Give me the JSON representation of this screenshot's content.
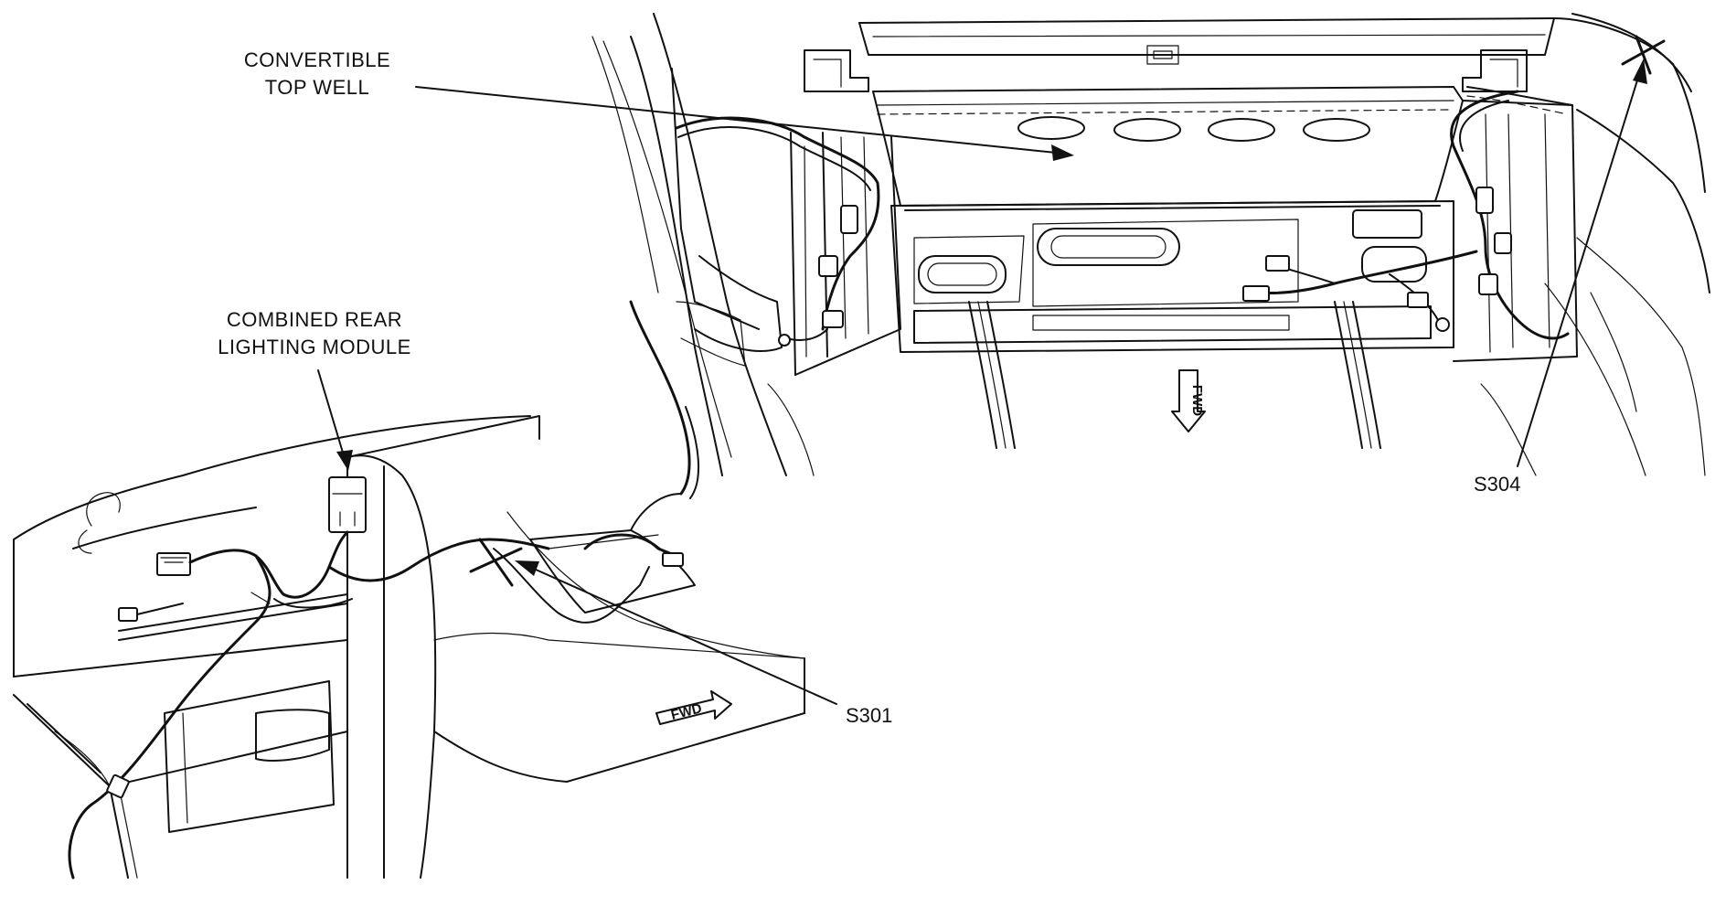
{
  "labels": {
    "convertible_top_well_line1": "CONVERTIBLE",
    "convertible_top_well_line2": "TOP WELL",
    "combined_rear_lighting_line1": "COMBINED REAR",
    "combined_rear_lighting_line2": "LIGHTING MODULE",
    "splice_s301": "S301",
    "splice_s304": "S304"
  },
  "direction_markers": {
    "top_view": "FWD",
    "bottom_view": "FWD"
  },
  "colors": {
    "ink": "#111111",
    "background": "#ffffff"
  }
}
